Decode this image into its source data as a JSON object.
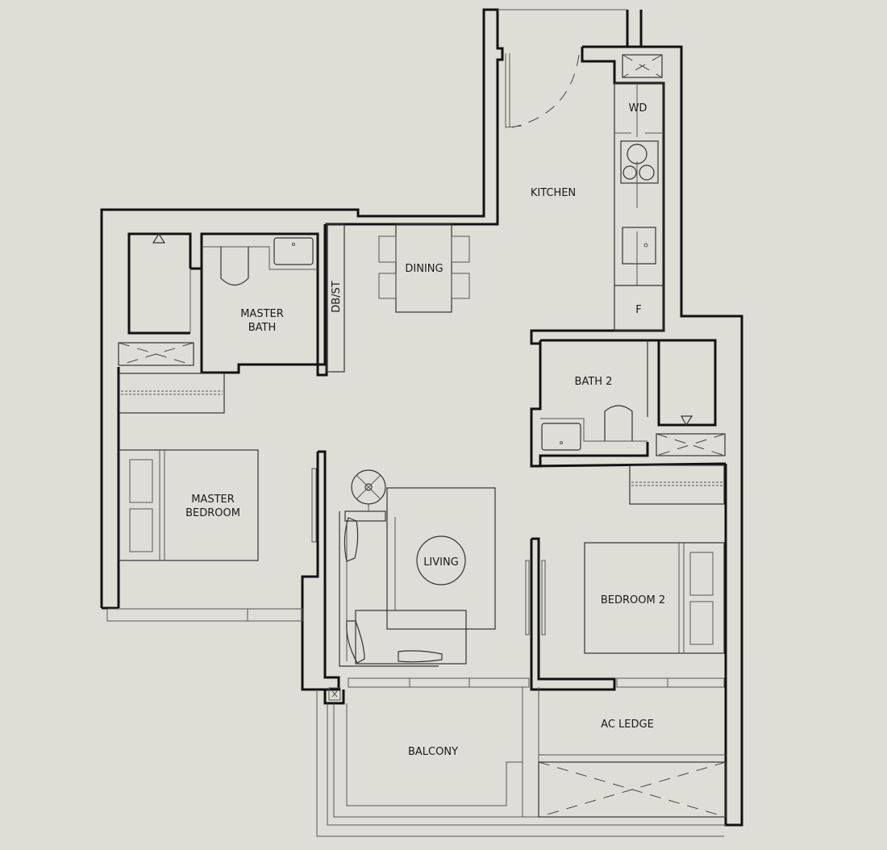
{
  "plan": {
    "background": "#deded6",
    "wall_color": "#111111",
    "rooms": {
      "kitchen": "KITCHEN",
      "wd": "WD",
      "fridge": "F",
      "dining": "DINING",
      "db_st": "DB/ST",
      "master_bath_1": "MASTER",
      "master_bath_2": "BATH",
      "bath2": "BATH 2",
      "master_bedroom_1": "MASTER",
      "master_bedroom_2": "BEDROOM",
      "living": "LIVING",
      "bedroom2": "BEDROOM 2",
      "balcony": "BALCONY",
      "ac_ledge": "AC LEDGE"
    }
  }
}
